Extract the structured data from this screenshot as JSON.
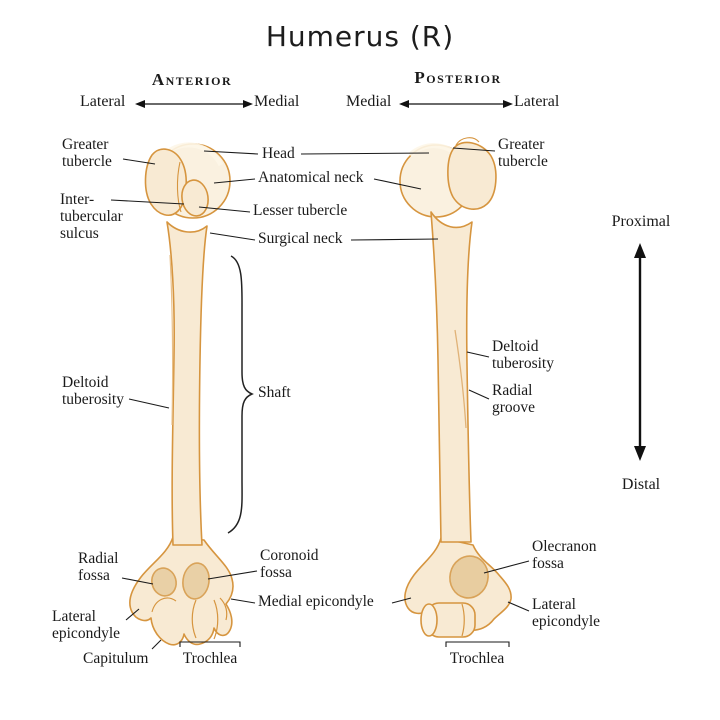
{
  "title": "Humerus (R)",
  "anterior": {
    "heading": "Anterior",
    "left_dir": "Lateral",
    "right_dir": "Medial",
    "labels": {
      "greater_tubercle": "Greater\ntubercle",
      "head": "Head",
      "anatomical_neck": "Anatomical neck",
      "intertubercular_sulcus": "Inter-\ntubercular\nsulcus",
      "lesser_tubercle": "Lesser tubercle",
      "surgical_neck": "Surgical neck",
      "deltoid_tuberosity": "Deltoid\ntuberosity",
      "shaft": "Shaft",
      "radial_fossa": "Radial\nfossa",
      "coronoid_fossa": "Coronoid\nfossa",
      "medial_epicondyle": "Medial epicondyle",
      "lateral_epicondyle": "Lateral\nepicondyle",
      "capitulum": "Capitulum",
      "trochlea": "Trochlea"
    }
  },
  "posterior": {
    "heading": "Posterior",
    "left_dir": "Medial",
    "right_dir": "Lateral",
    "labels": {
      "greater_tubercle": "Greater\ntubercle",
      "deltoid_tuberosity": "Deltoid\ntuberosity",
      "radial_groove": "Radial\ngroove",
      "olecranon_fossa": "Olecranon\nfossa",
      "lateral_epicondyle": "Lateral\nepicondyle",
      "trochlea": "Trochlea"
    }
  },
  "orientation": {
    "top": "Proximal",
    "bottom": "Distal"
  },
  "colors": {
    "bone_fill": "#f8ead3",
    "bone_highlight": "#faf1e0",
    "bone_outline": "#d6953f",
    "fossa_fill": "#e9d0a6",
    "line": "#1a1a1a"
  }
}
